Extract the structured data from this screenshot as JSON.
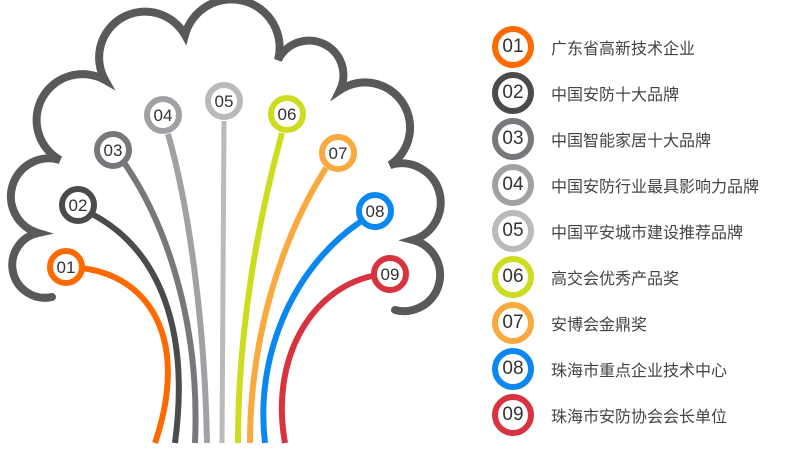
{
  "items": [
    {
      "num": "01",
      "label": "广东省高新技术企业",
      "color": "#ff6a00"
    },
    {
      "num": "02",
      "label": "中国安防十大品牌",
      "color": "#4a4b4d"
    },
    {
      "num": "03",
      "label": "中国智能家居十大品牌",
      "color": "#77787b"
    },
    {
      "num": "04",
      "label": "中国安防行业最具影响力品牌",
      "color": "#a0a1a4"
    },
    {
      "num": "05",
      "label": "中国平安城市建设推荐品牌",
      "color": "#b9babc"
    },
    {
      "num": "06",
      "label": "高交会优秀产品奖",
      "color": "#cddc1e"
    },
    {
      "num": "07",
      "label": "安博会金鼎奖",
      "color": "#f9a93d"
    },
    {
      "num": "08",
      "label": "珠海市重点企业技术中心",
      "color": "#0a88f0"
    },
    {
      "num": "09",
      "label": "珠海市安防协会会长单位",
      "color": "#d83440"
    }
  ],
  "cloud_color": "#58595b"
}
